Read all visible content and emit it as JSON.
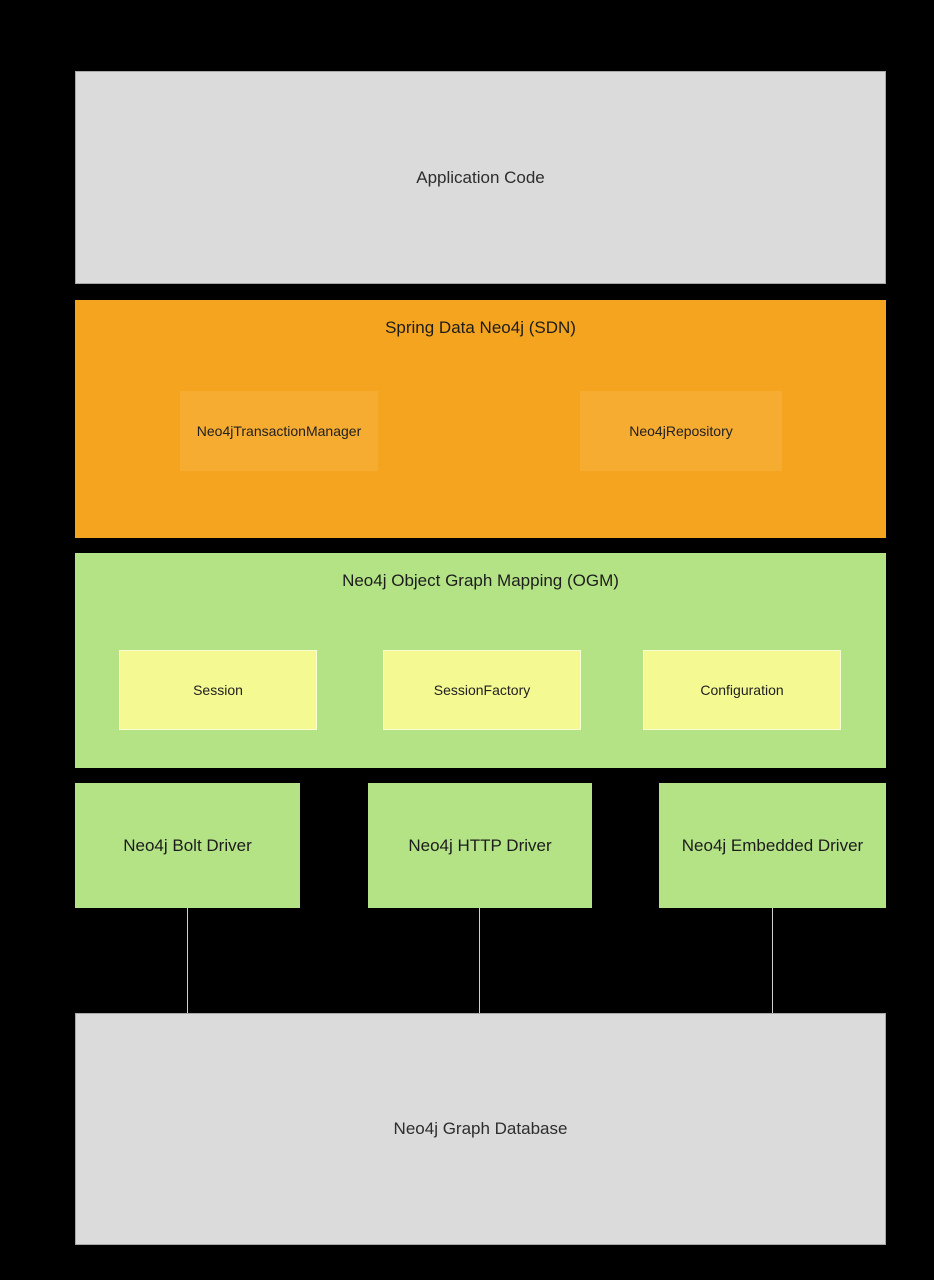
{
  "canvas": {
    "background_color": "#000000"
  },
  "diagram": {
    "application": {
      "label": "Application Code",
      "fill_color": "#dbdbdb",
      "text_color": "#2d2d2d"
    },
    "sdn": {
      "title": "Spring Data Neo4j (SDN)",
      "fill_color": "#f5a41f",
      "component_fill_color": "#f6ab31",
      "components": [
        {
          "label": "Neo4jTransactionManager"
        },
        {
          "label": "Neo4jRepository"
        }
      ]
    },
    "ogm": {
      "title": "Neo4j Object Graph Mapping (OGM)",
      "fill_color": "#b4e385",
      "component_fill_color": "#f4f992",
      "components": [
        {
          "label": "Session"
        },
        {
          "label": "SessionFactory"
        },
        {
          "label": "Configuration"
        }
      ]
    },
    "drivers": {
      "fill_color": "#b4e385",
      "items": [
        {
          "label": "Neo4j Bolt Driver"
        },
        {
          "label": "Neo4j HTTP Driver"
        },
        {
          "label": "Neo4j Embedded Driver"
        }
      ]
    },
    "connectors": {
      "color": "#cfcfcf",
      "count": 3
    },
    "database": {
      "label": "Neo4j Graph Database",
      "fill_color": "#dbdbdb",
      "text_color": "#2d2d2d"
    }
  }
}
